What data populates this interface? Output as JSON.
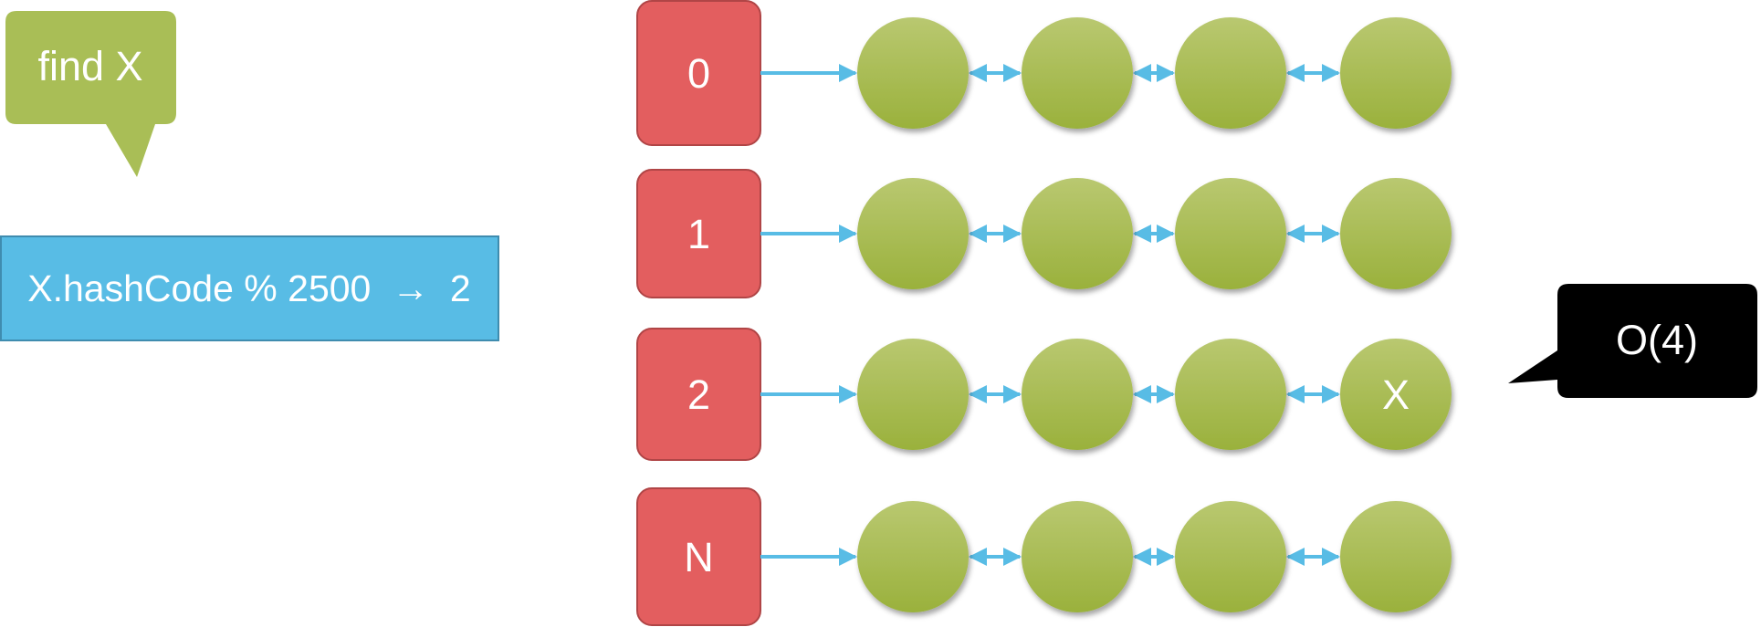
{
  "query_callout": {
    "text": "find X",
    "color": "#A9BE56"
  },
  "hash_box": {
    "text": "X.hashCode % 2500  →  2",
    "color": "#58BCE5"
  },
  "buckets": [
    {
      "label": "0",
      "nodes": [
        "",
        "",
        "",
        ""
      ]
    },
    {
      "label": "1",
      "nodes": [
        "",
        "",
        "",
        ""
      ]
    },
    {
      "label": "2",
      "nodes": [
        "",
        "",
        "",
        "X"
      ]
    },
    {
      "label": "N",
      "nodes": [
        "",
        "",
        "",
        ""
      ]
    }
  ],
  "cost_callout": {
    "text": "O(4)",
    "color": "#000000"
  },
  "colors": {
    "bucket": "#E35E5F",
    "node_top": "#B9C870",
    "node_bottom": "#9AB13C",
    "arrow": "#58BCE5"
  }
}
